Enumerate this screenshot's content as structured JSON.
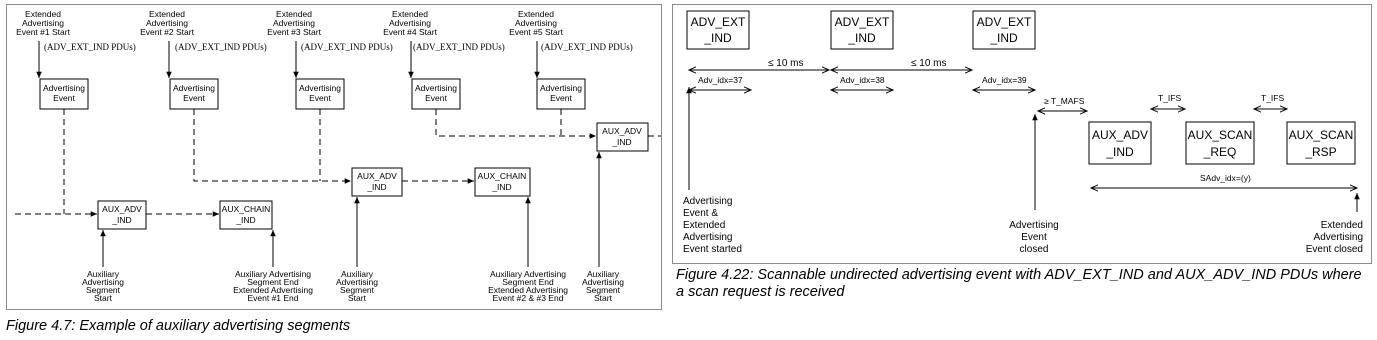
{
  "figure_left": {
    "caption": "Figure 4.7:  Example of auxiliary advertising segments",
    "event_starts": [
      [
        "Extended",
        "Advertising",
        "Event #1 Start"
      ],
      [
        "Extended",
        "Advertising",
        "Event #2 Start"
      ],
      [
        "Extended",
        "Advertising",
        "Event #3 Start"
      ],
      [
        "Extended",
        "Advertising",
        "Event #4 Start"
      ],
      [
        "Extended",
        "Advertising",
        "Event #5 Start"
      ]
    ],
    "pdu_label": "(ADV_EXT_IND PDUs)",
    "advertising_event_box": [
      "Advertising",
      "Event"
    ],
    "aux_adv_ind_box": [
      "AUX_ADV",
      "_IND"
    ],
    "aux_chain_ind_box": [
      "AUX_CHAIN",
      "_IND"
    ],
    "bottom_labels": {
      "aux_segment_start": [
        "Auxiliary",
        "Advertising",
        "Segment",
        "Start"
      ],
      "segment_end_1": [
        "Auxiliary Advertising",
        "Segment End",
        "Extended Advertising",
        "Event #1 End"
      ],
      "segment_end_23": [
        "Auxiliary Advertising",
        "Segment End",
        "Extended Advertising",
        "Event #2 & #3 End"
      ]
    }
  },
  "figure_right": {
    "caption": "Figure 4.22:  Scannable undirected advertising event with ADV_EXT_IND and AUX_ADV_IND PDUs where a scan request is received",
    "adv_ext_ind_box": [
      "ADV_EXT",
      "_IND"
    ],
    "interval_label": "≤ 10 ms",
    "adv_idx": [
      "Adv_idx=37",
      "Adv_idx=38",
      "Adv_idx=39"
    ],
    "t_mafs": "≥ T_MAFS",
    "t_ifs": "T_IFS",
    "aux_adv_box": [
      "AUX_ADV",
      "_IND"
    ],
    "aux_scan_req_box": [
      "AUX_SCAN",
      "_REQ"
    ],
    "aux_scan_rsp_box": [
      "AUX_SCAN",
      "_RSP"
    ],
    "sadv_idx": "SAdv_idx=(y)",
    "event_started": [
      "Advertising",
      "Event &",
      "Extended",
      "Advertising",
      "Event started"
    ],
    "event_closed": [
      "Advertising",
      "Event",
      "closed"
    ],
    "ext_event_closed": [
      "Extended",
      "Advertising",
      "Event closed"
    ]
  }
}
